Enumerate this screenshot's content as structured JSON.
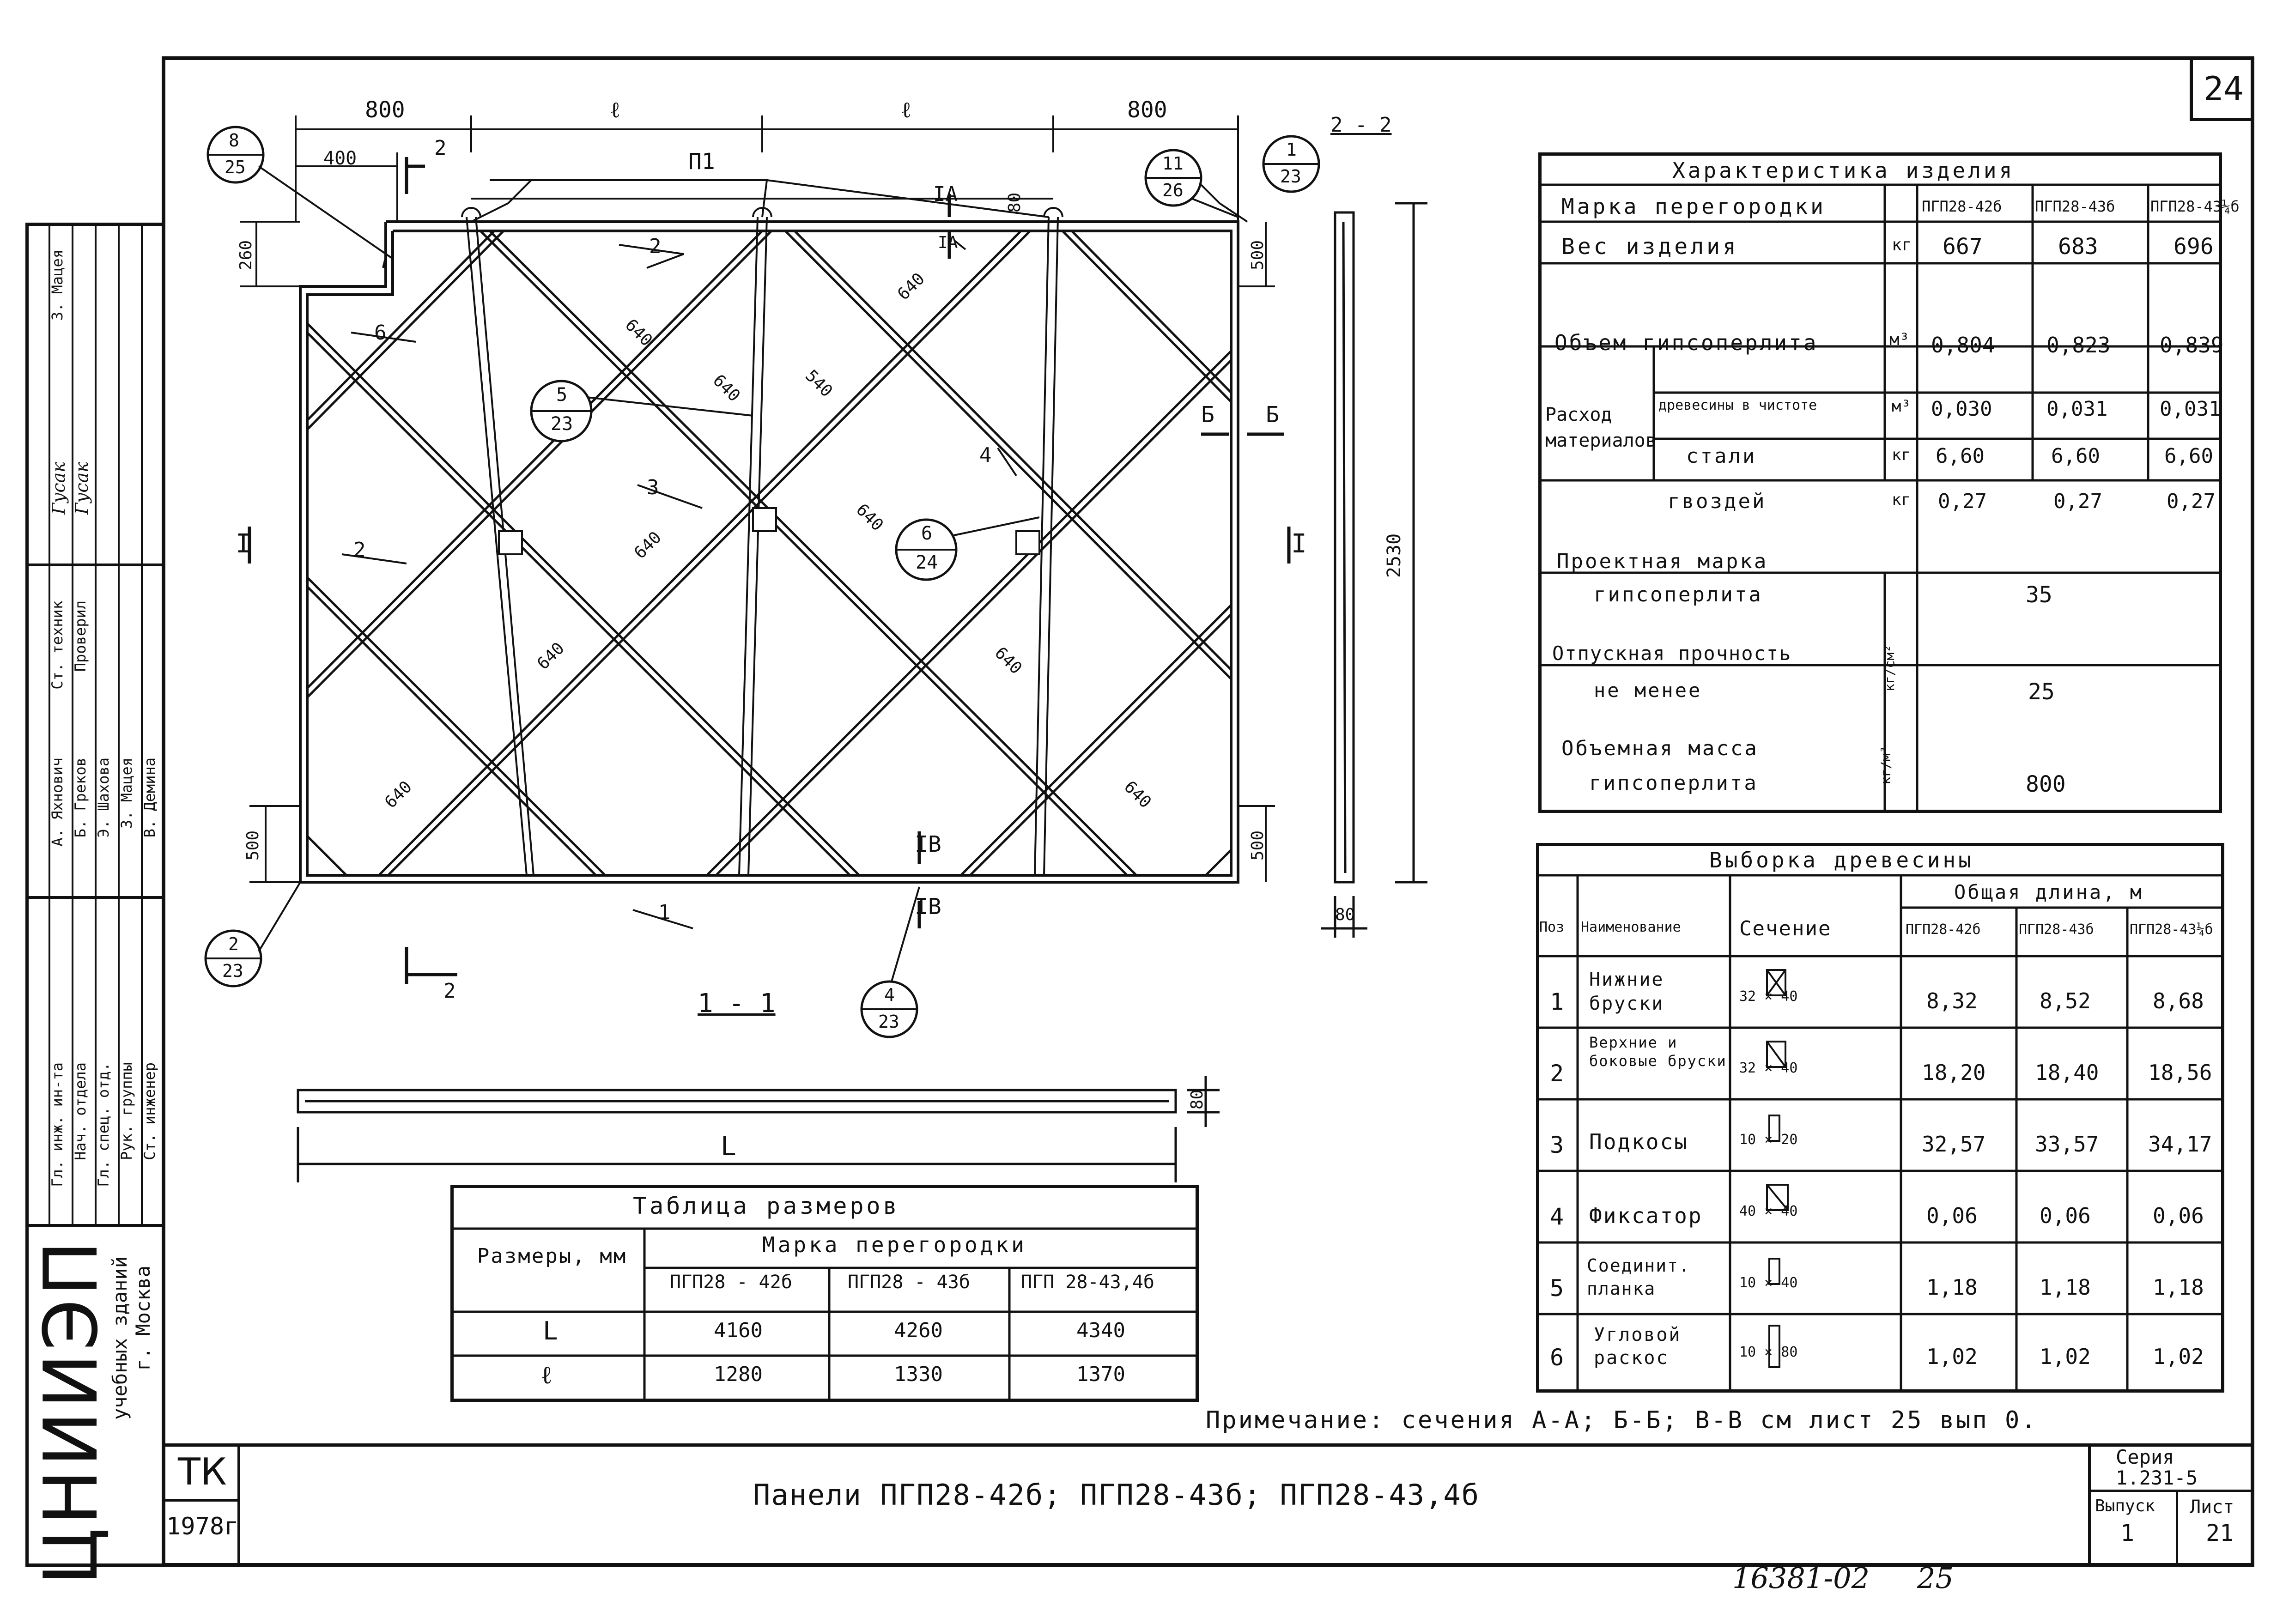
{
  "sheet": {
    "page_number": "24",
    "section_2_2": "2 - 2",
    "section_1_1": "1 - 1"
  },
  "drawing": {
    "dims_top": [
      "800",
      "ℓ",
      "ℓ",
      "800"
    ],
    "dim_400": "400",
    "dim_260": "260",
    "dim_500_tr": "500",
    "dim_500_bl": "500",
    "dim_500_br": "500",
    "dim_80_top": "80",
    "dim_80_side": "80",
    "dim_80_bottom": "80",
    "dim_2530": "2530",
    "dim_L": "L",
    "label_P1": "П1",
    "brace_dims": [
      "640",
      "640",
      "640",
      "540",
      "640",
      "640",
      "640",
      "640",
      "640",
      "640"
    ],
    "callouts": [
      {
        "top": "8",
        "bottom": "25"
      },
      {
        "top": "11",
        "bottom": "26"
      },
      {
        "top": "1",
        "bottom": "23"
      },
      {
        "top": "5",
        "bottom": "23"
      },
      {
        "top": "6",
        "bottom": "24"
      },
      {
        "top": "2",
        "bottom": "23"
      },
      {
        "top": "4",
        "bottom": "23"
      }
    ],
    "positions": [
      "2",
      "6",
      "3",
      "4",
      "2",
      "1"
    ],
    "section_marks": {
      "A1": "IA",
      "A2": "IA",
      "B1": "Б",
      "B2": "Б",
      "V1": "IB",
      "V2": "IB",
      "I_left": "I",
      "I_right": "I",
      "cut2_top": "2",
      "cut2_bottom": "2"
    }
  },
  "characteristics": {
    "title": "Характеристика   изделия",
    "header_label": "Марка перегородки",
    "brands": [
      "ПГП28-42б",
      "ПГП28-43б",
      "ПГП28-43¼б"
    ],
    "weight": {
      "label": "Вес   изделия",
      "unit": "кг",
      "values": [
        "667",
        "683",
        "696"
      ]
    },
    "volume": {
      "label": "Объем гипсоперлита",
      "unit": "м³",
      "values": [
        "0,804",
        "0,823",
        "0,839"
      ]
    },
    "consumption_label": "Расход материалов",
    "wood": {
      "label": "древесины в чистоте",
      "unit": "м³",
      "values": [
        "0,030",
        "0,031",
        "0,031"
      ]
    },
    "steel": {
      "label": "стали",
      "unit": "кг",
      "values": [
        "6,60",
        "6,60",
        "6,60"
      ]
    },
    "nails": {
      "label": "гвоздей",
      "unit": "кг",
      "values": [
        "0,27",
        "0,27",
        "0,27"
      ]
    },
    "grade": {
      "label1": "Проектная   марка",
      "label2": "гипсоперлита",
      "value": "35"
    },
    "strength": {
      "label1": "Отпускная прочность",
      "label2": "не менее",
      "unit": "кг/см²",
      "value": "25"
    },
    "density": {
      "label1": "Объемная   масса",
      "label2": "гипсоперлита",
      "unit": "кг/м³",
      "value": "800"
    }
  },
  "wood_table": {
    "title": "Выборка   древесины",
    "col_pos": "Поз",
    "col_name": "Наименование",
    "col_section": "Сечение",
    "col_total": "Общая  длина, м",
    "brands": [
      "ПГП28-42б",
      "ПГП28-43б",
      "ПГП28-43¼б"
    ],
    "rows": [
      {
        "pos": "1",
        "name": "Нижние бруски",
        "sec": "32 × 40",
        "values": [
          "8,32",
          "8,52",
          "8,68"
        ]
      },
      {
        "pos": "2",
        "name": "Верхние и боковые бруски",
        "sec": "32 × 40",
        "values": [
          "18,20",
          "18,40",
          "18,56"
        ]
      },
      {
        "pos": "3",
        "name": "Подкосы",
        "sec": "10 × 20",
        "values": [
          "32,57",
          "33,57",
          "34,17"
        ]
      },
      {
        "pos": "4",
        "name": "Фиксатор",
        "sec": "40 × 40",
        "values": [
          "0,06",
          "0,06",
          "0,06"
        ]
      },
      {
        "pos": "5",
        "name": "Соединит. планка",
        "sec": "10 × 40",
        "values": [
          "1,18",
          "1,18",
          "1,18"
        ]
      },
      {
        "pos": "6",
        "name": "Угловой раскос",
        "sec": "10 × 80",
        "values": [
          "1,02",
          "1,02",
          "1,02"
        ]
      }
    ]
  },
  "sizes_table": {
    "title": "Таблица   размеров",
    "col_sizes": "Размеры, мм",
    "col_brand": "Марка   перегородки",
    "brands": [
      "ПГП28 - 42б",
      "ПГП28 - 43б",
      "ПГП 28-43,4б"
    ],
    "rows": [
      {
        "name": "L",
        "values": [
          "4160",
          "4260",
          "4340"
        ]
      },
      {
        "name": "ℓ",
        "values": [
          "1280",
          "1330",
          "1370"
        ]
      }
    ]
  },
  "note": "Примечание: сечения А-А; Б-Б; В-В см лист 25 вып 0.",
  "title_block": {
    "tk": "ТК",
    "year": "1978г",
    "title": "Панели  ПГП28-42б;  ПГП28-43б;  ПГП28-43,4б",
    "series_label": "Серия",
    "series_value": "1.231-5",
    "issue_label": "Выпуск",
    "issue_value": "1",
    "sheet_label": "Лист",
    "sheet_value": "21"
  },
  "side_stamp": {
    "org_big": "ЦНИИЭП",
    "org_line1": "учебных зданий",
    "org_line2": "г. Москва",
    "roles": [
      "Ст. инженер",
      "Рук. группы",
      "Гл. спец. отд.",
      "Нач. отдела",
      "Гл. инж. ин-та",
      "Ст. техник",
      "Проверил"
    ],
    "names": [
      "В. Демина",
      "З. Мацея",
      "Э. Шахова",
      "Б. Греков",
      "А. Яхнович",
      "Гусак",
      "Гусак",
      "З. Мацея"
    ]
  },
  "footer": {
    "number": "16381-02",
    "page": "25"
  }
}
